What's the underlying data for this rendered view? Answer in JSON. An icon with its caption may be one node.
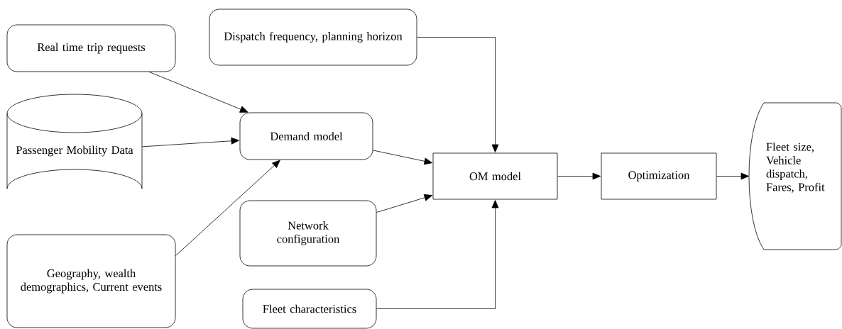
{
  "diagram": {
    "nodes": [
      {
        "text": [
          "Real time trip requests"
        ]
      },
      {
        "text": [
          "Passenger Mobility Data"
        ]
      },
      {
        "text": [
          "Geography, wealth demographics, Current events"
        ]
      },
      {
        "text": [
          "Dispatch frequency, planning horizon"
        ]
      },
      {
        "text": [
          "Demand model"
        ]
      },
      {
        "text": [
          "Network configuration"
        ]
      },
      {
        "text": [
          "Fleet characteristics"
        ]
      },
      {
        "text": [
          "OM model"
        ]
      },
      {
        "text": [
          "Optimization"
        ]
      },
      {
        "text": [
          "Fleet size, Vehicle dispatch, Fares, Profit"
        ]
      }
    ],
    "edges": [
      {
        "from": 0,
        "to": 4,
        "arrow": "to"
      },
      {
        "from": 1,
        "to": 4,
        "arrow": "to"
      },
      {
        "from": 2,
        "to": 4,
        "arrow": "to"
      },
      {
        "from": 3,
        "to": 7,
        "arrow": "to"
      },
      {
        "from": 4,
        "to": 7,
        "arrow": "to"
      },
      {
        "from": 5,
        "to": 7,
        "arrow": "to"
      },
      {
        "from": 6,
        "to": 7,
        "arrow": "to"
      },
      {
        "from": 7,
        "to": 8,
        "arrow": "to"
      },
      {
        "from": 8,
        "to": 9,
        "arrow": "to"
      }
    ]
  }
}
